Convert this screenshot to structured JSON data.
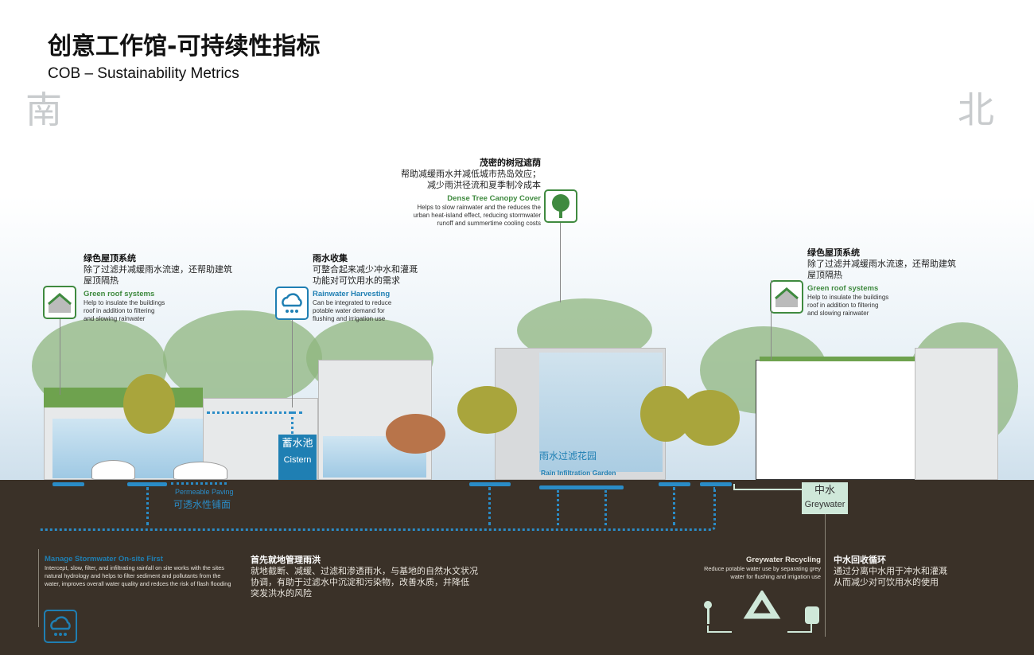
{
  "header": {
    "title_cn": "创意工作馆-可持续性指标",
    "title_en": "COB – Sustainability Metrics",
    "south": "南",
    "north": "北"
  },
  "callouts": {
    "tree_canopy": {
      "cn_title": "茂密的树冠遮荫",
      "cn_text": [
        "帮助减缓雨水并减低城市热岛效应；",
        "减少雨洪径流和夏季制冷成本"
      ],
      "en_title": "Dense Tree Canopy Cover",
      "en_text": [
        "Helps to slow rainwater and the reduces the",
        "urban heat-island effect, reducing stormwater",
        "runoff and summertime cooling costs"
      ],
      "icon": "tree-icon"
    },
    "green_roof_left": {
      "cn_title": "绿色屋顶系统",
      "cn_text": [
        "除了过滤并减缓雨水流速，还帮助建筑",
        "屋顶隔热"
      ],
      "en_title": "Green roof systems",
      "en_text": [
        "Help to insulate the buildings",
        "roof in addition to filtering",
        "and slowing rainwater"
      ],
      "icon": "green-roof-icon"
    },
    "rainwater": {
      "cn_title": "雨水收集",
      "cn_text": [
        "可整合起来减少冲水和灌溉",
        "功能对可饮用水的需求"
      ],
      "en_title": "Rainwater Harvesting",
      "en_text": [
        "Can be integrated to reduce",
        "potable water demand for",
        "flushing and irrigation use"
      ],
      "icon": "rain-cloud-icon"
    },
    "green_roof_right": {
      "cn_title": "绿色屋顶系统",
      "cn_text": [
        "除了过滤并减缓雨水流速，还帮助建筑",
        "屋顶隔热"
      ],
      "en_title": "Green roof systems",
      "en_text": [
        "Help to insulate the buildings",
        "roof in addition to filtering",
        "and slowing rainwater"
      ],
      "icon": "green-roof-icon"
    },
    "stormwater": {
      "en_title": "Manage Stormwater On-site First",
      "en_text": [
        "Intercept, slow, filter, and infiltrating rainfall on site works with the sites",
        "natural hydrology and helps to filter sediment and pollutants from the",
        "water, improves overall water quality and redces the risk of flash flooding"
      ],
      "cn_title": "首先就地管理雨洪",
      "cn_text": [
        "就地截断、减缓、过滤和渗透雨水，与基地的自然水文状况",
        "协调，有助于过滤水中沉淀和污染物，改善水质，并降低",
        "突发洪水的风险"
      ],
      "icon": "rain-cloud-icon"
    },
    "greywater_recycling": {
      "en_title": "Greywater Recycling",
      "en_text": [
        "Reduce potable water use by separating grey",
        "water for flushing and irrigation use"
      ],
      "cn_title": "中水回收循环",
      "cn_text": [
        "通过分离中水用于冲水和灌溉",
        "从而减少对可饮用水的使用"
      ],
      "icon": "recycle-icon"
    }
  },
  "labels": {
    "cistern_cn": "蓄水池",
    "cistern_en": "Cistern",
    "rain_garden_cn": "雨水过滤花园",
    "rain_garden_en": "Rain Infiltration Garden",
    "paving_en": "Permeable Paving",
    "paving_cn": "可透水性铺面",
    "greywater_cn": "中水",
    "greywater_en": "Greywater"
  },
  "colors": {
    "ground": "#3a3128",
    "green": "#3f8a3f",
    "blue": "#1f7fb3",
    "greywater_box": "#cfe8d9"
  }
}
